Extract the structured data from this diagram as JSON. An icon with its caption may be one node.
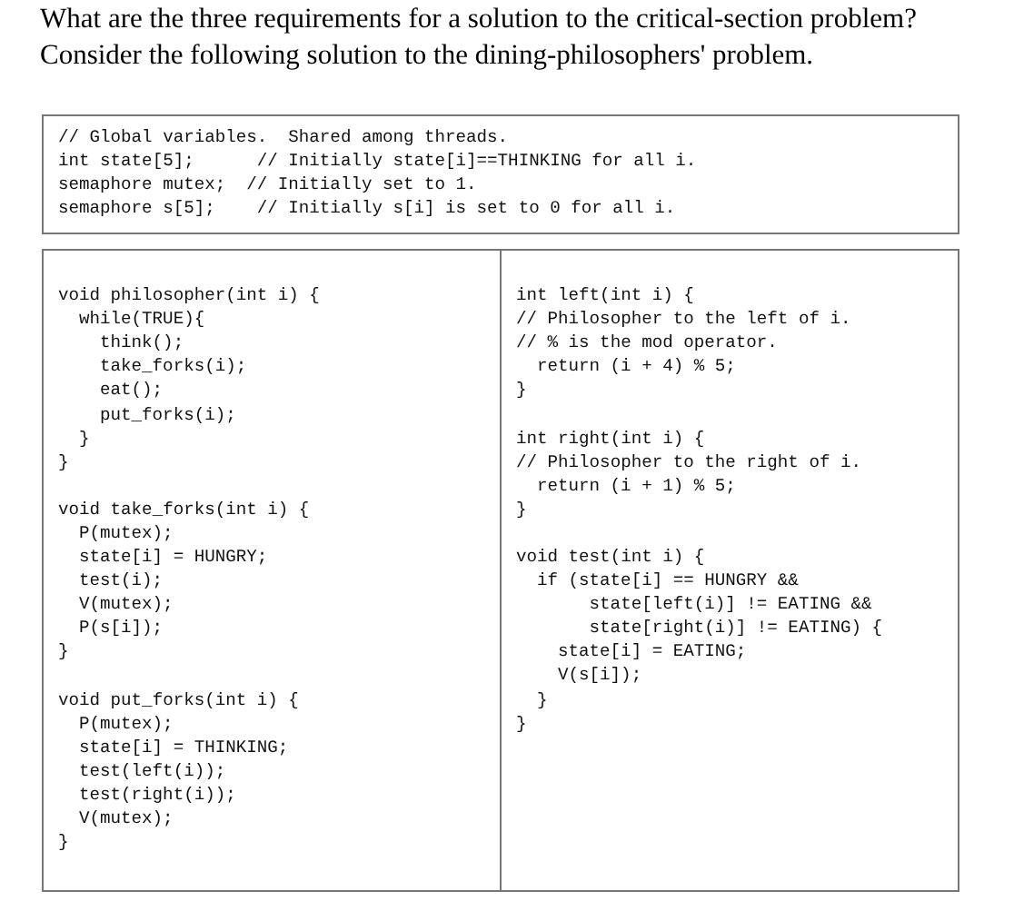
{
  "diagram": {
    "nodes": [
      {
        "text": [
          "// Global variables.  Shared among threads.",
          "int state[5];      // Initially state[i]==THINKING for all i.",
          "semaphore mutex;  // Initially set to 1.",
          "semaphore s[5];    // Initially s[i] is set to 0 for all i."
        ]
      },
      {
        "text": [
          "void philosopher(int i) {",
          "while(TRUE){",
          "think();",
          "take_forks(i);",
          "eat();",
          "put_forks(i);",
          "}",
          "}",
          "void take_forks(int i) {",
          "P(mutex);",
          "state[i] = HUNGRY;",
          "test(i);",
          "V(mutex);",
          "P(s[i]);",
          "}",
          "void put_forks(int i) {",
          "P(mutex);",
          "state[i] = THINKING;",
          "test(left(i));",
          "test(right(i));",
          "V(mutex);",
          "}"
        ]
      },
      {
        "text": [
          "int left(int i) {",
          "// Philosopher to the left of i.",
          "// % is the mod operator.",
          "return (i + 4) % 5;",
          "}",
          "int right(int i) {",
          "// Philosopher to the right of i.",
          "return (i + 1) % 5;",
          "}",
          "void test(int i) {",
          "if (state[i] == HUNGRY &&",
          "state[left(i)] != EATING &&",
          "state[right(i)] != EATING) {",
          "state[i] = EATING;",
          "V(s[i]);",
          "}",
          "}"
        ]
      }
    ],
    "labels": [
      "What are the three requirements for a solution to the critical-section problem?",
      "Consider the following solution to the dining-philosophers' problem."
    ]
  }
}
